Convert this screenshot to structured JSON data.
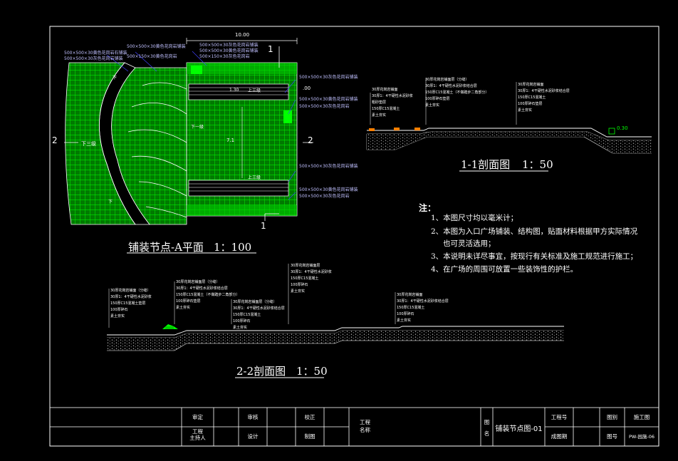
{
  "plan": {
    "title": "铺装节点-A平面",
    "scale": "1：100",
    "dim_top": "10.00",
    "dim_right_small": ".00",
    "dim_mid": "7.1",
    "dim_left": "1.30",
    "label_down3_top": "上三级",
    "label_down3_bottom": "上三级",
    "label_down3_left": "下三级",
    "label_down1": "下",
    "label_down_a": "下",
    "label_down_b": "下一级",
    "section_mark_1_top": "1",
    "section_mark_1_bottom": "1",
    "section_mark_2_left": "2",
    "section_mark_2_right": "2",
    "callouts_left": [
      "500×500×30黄色花岗岩石铺装",
      "500×500×30灰色花岗岩铺装"
    ],
    "callouts_center": [
      "500×500×30黄色花岗岩铺装",
      "500×150×30黄色花岗岩"
    ],
    "callouts_top_right": [
      "500×500×30灰色花岗岩铺装",
      "500×500×30黄色花岗岩铺装",
      "500×150×30灰色花岗岩"
    ],
    "callouts_right": [
      "500×500×30灰色花岗岩铺装",
      "500×500×30黄色花岗岩铺装",
      "500×500×30灰色花岗岩"
    ],
    "callouts_right_bottom": [
      "500×500×30灰色花岗岩铺装",
      "500×500×30黄色花岗岩铺装",
      "500×500×30灰色花岗岩"
    ]
  },
  "section11": {
    "title": "1-1剖面图",
    "scale": "1：50",
    "elevation": "0.30",
    "anno_left": [
      "30厚花岗岩铺面",
      "30厚1：4干硬性水泥砂浆",
      "粗砂垫层",
      "150厚C15混凝土",
      "素土夯实"
    ],
    "anno_mid": [
      "30厚花岗岩铺面层（分缝）",
      "30厚1：4干硬性水泥砂浆结合层",
      "150厚C15混凝土（不做踏步二角部分）",
      "100厚碎石垫层",
      "素土夯实"
    ],
    "anno_right": [
      "30厚花岗岩铺面",
      "30厚1：4干硬性水泥砂浆结合层",
      "150厚C15混凝土",
      "100厚碎石垫层",
      "素土夯实"
    ]
  },
  "section22": {
    "title": "2-2剖面图",
    "scale": "1：50",
    "anno_a": [
      "30厚花岗岩铺面（分缝）",
      "30厚1：4干硬性水泥砂浆",
      "150厚C15混凝土垫层",
      "100厚碎石",
      "素土夯实"
    ],
    "anno_b": [
      "30厚花岗岩铺面层（分缝）",
      "30厚1：4干硬性水泥砂浆结合层",
      "150厚C15混凝土（不做踏步二角部分）",
      "100厚碎石垫层",
      "素土夯实"
    ],
    "anno_c": [
      "30厚花岗岩铺面层（分缝）",
      "30厚1：4干硬性水泥砂浆结合层",
      "150厚C15混凝土",
      "100厚碎石",
      "素土夯实"
    ],
    "anno_d": [
      "30厚花岗岩铺面层",
      "30厚1：4干硬性水泥砂浆",
      "150厚C15混凝土",
      "100厚碎石",
      "素土夯实"
    ],
    "anno_e": [
      "30厚花岗岩铺面",
      "30厚1：4干硬性水泥砂浆结合层",
      "150厚C15混凝土",
      "100厚碎石",
      "素土夯实"
    ]
  },
  "notes": {
    "head": "注：",
    "items": [
      "1、本图尺寸均以毫米计；",
      "2、本图为入口广场铺装、结构图，贴面材料根据甲方实际情况",
      "也可灵活选用；",
      "3、本说明未详尽事宜，按现行有关标准及施工规范进行施工；",
      "4、在广场的周围可放置一些装饰性的护栏。"
    ]
  },
  "titleblock": {
    "shending": "审定",
    "shenhe": "审核",
    "jiaodui": "校正",
    "gongcheng_zhuchiren": "工程\n主持人",
    "sheji": "设计",
    "zhitu": "制图",
    "gongcheng_mingcheng": "工程\n名称",
    "tuming_label": "图\n名",
    "tuming": "铺装节点图-01",
    "gongchenghao": "工程号",
    "chengturiqi": "成图期",
    "tubie": "图别",
    "tubie_value": "施工图",
    "tuhao": "图号",
    "tuhao_value": "PW-园施-06"
  },
  "colors": {
    "background": "#000000",
    "grid_green": "#00ff00",
    "line_white": "#ffffff",
    "callout_blue": "#4040ff",
    "accent_orange": "#ff8000"
  }
}
